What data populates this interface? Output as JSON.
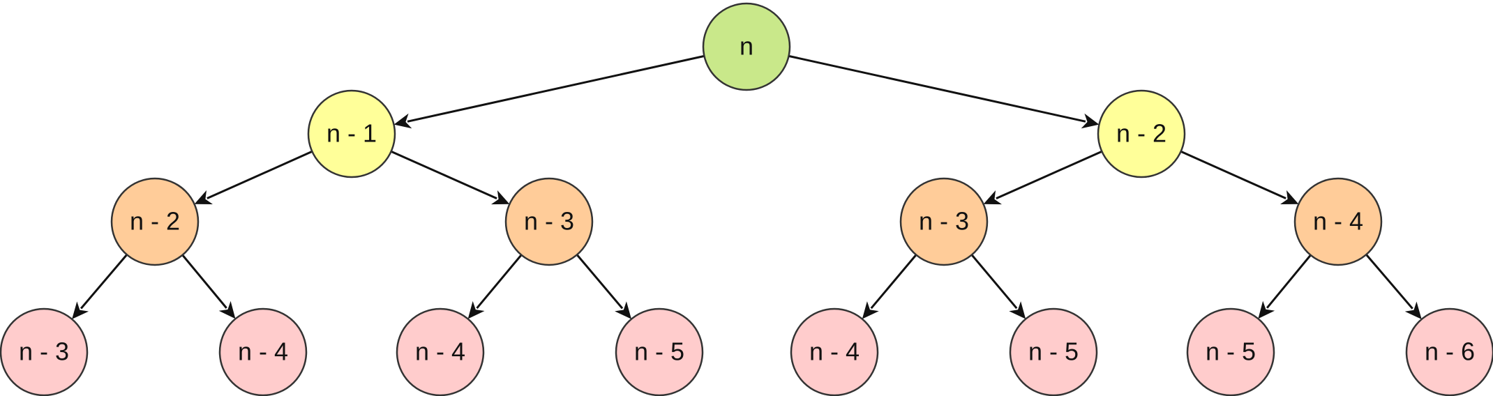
{
  "tree": {
    "nodes": [
      {
        "id": "root",
        "label": "n",
        "level": 0
      },
      {
        "id": "l",
        "label": "n - 1",
        "level": 1
      },
      {
        "id": "r",
        "label": "n - 2",
        "level": 1
      },
      {
        "id": "ll",
        "label": "n - 2",
        "level": 2
      },
      {
        "id": "lr",
        "label": "n - 3",
        "level": 2
      },
      {
        "id": "rl",
        "label": "n - 3",
        "level": 2
      },
      {
        "id": "rr",
        "label": "n - 4",
        "level": 2
      },
      {
        "id": "lll",
        "label": "n - 3",
        "level": 3
      },
      {
        "id": "llr",
        "label": "n - 4",
        "level": 3
      },
      {
        "id": "lrl",
        "label": "n - 4",
        "level": 3
      },
      {
        "id": "lrr",
        "label": "n - 5",
        "level": 3
      },
      {
        "id": "rll",
        "label": "n - 4",
        "level": 3
      },
      {
        "id": "rlr",
        "label": "n - 5",
        "level": 3
      },
      {
        "id": "rrl",
        "label": "n - 5",
        "level": 3
      },
      {
        "id": "rrr",
        "label": "n - 6",
        "level": 3
      }
    ],
    "edges": [
      {
        "from": "root",
        "to": "l"
      },
      {
        "from": "root",
        "to": "r"
      },
      {
        "from": "l",
        "to": "ll"
      },
      {
        "from": "l",
        "to": "lr"
      },
      {
        "from": "r",
        "to": "rl"
      },
      {
        "from": "r",
        "to": "rr"
      },
      {
        "from": "ll",
        "to": "lll"
      },
      {
        "from": "ll",
        "to": "llr"
      },
      {
        "from": "lr",
        "to": "lrl"
      },
      {
        "from": "lr",
        "to": "lrr"
      },
      {
        "from": "rl",
        "to": "rll"
      },
      {
        "from": "rl",
        "to": "rlr"
      },
      {
        "from": "rr",
        "to": "rrl"
      },
      {
        "from": "rr",
        "to": "rrr"
      }
    ],
    "level_colors": [
      "#c9e88a",
      "#ffff99",
      "#ffcc99",
      "#ffcccc"
    ]
  }
}
